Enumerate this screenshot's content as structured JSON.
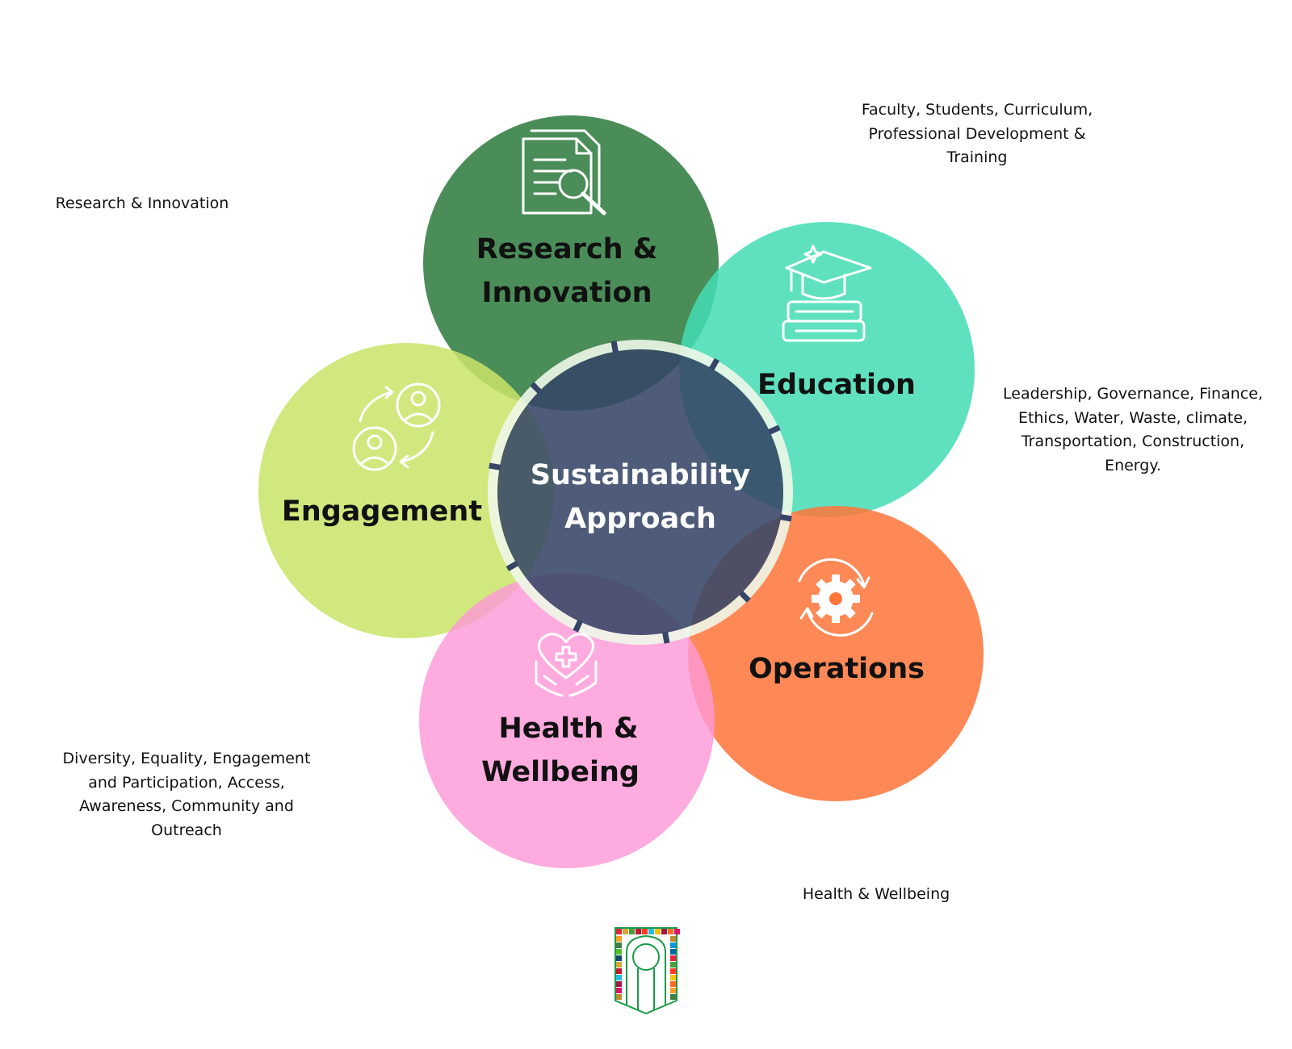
{
  "colors": {
    "research": "#2d7a3e",
    "education": "#45dcb4",
    "engagement": "#c9e469",
    "health": "#fe98d8",
    "operations": "#fe763a",
    "center": "#364567",
    "center_ring": "#eef7e8",
    "leader": "#1f2b4a"
  },
  "center": {
    "line1": "Sustainability",
    "line2": "Approach"
  },
  "pillars": {
    "research": {
      "line1": "Research &",
      "line2": "Innovation",
      "icon": "document-search-icon"
    },
    "education": {
      "line1": "Education",
      "icon": "graduation-cap-books-icon"
    },
    "engagement": {
      "line1": "Engagement",
      "icon": "people-exchange-icon"
    },
    "health": {
      "line1": "Health &",
      "line2": "Wellbeing",
      "icon": "heart-hands-icon"
    },
    "operations": {
      "line1": "Operations",
      "icon": "gear-cycle-icon"
    }
  },
  "notes": {
    "research": "Research & Innovation",
    "education": "Faculty, Students, Curriculum,\nProfessional Development &\nTraining",
    "operations": "Leadership, Governance, Finance,\nEthics, Water, Waste, climate,\nTransportation, Construction,\nEnergy.",
    "engagement": "Diversity, Equality, Engagement\nand Participation, Access,\nAwareness, Community and\nOutreach",
    "health": "Health & Wellbeing"
  },
  "logo": {
    "icon": "university-crest-logo"
  }
}
